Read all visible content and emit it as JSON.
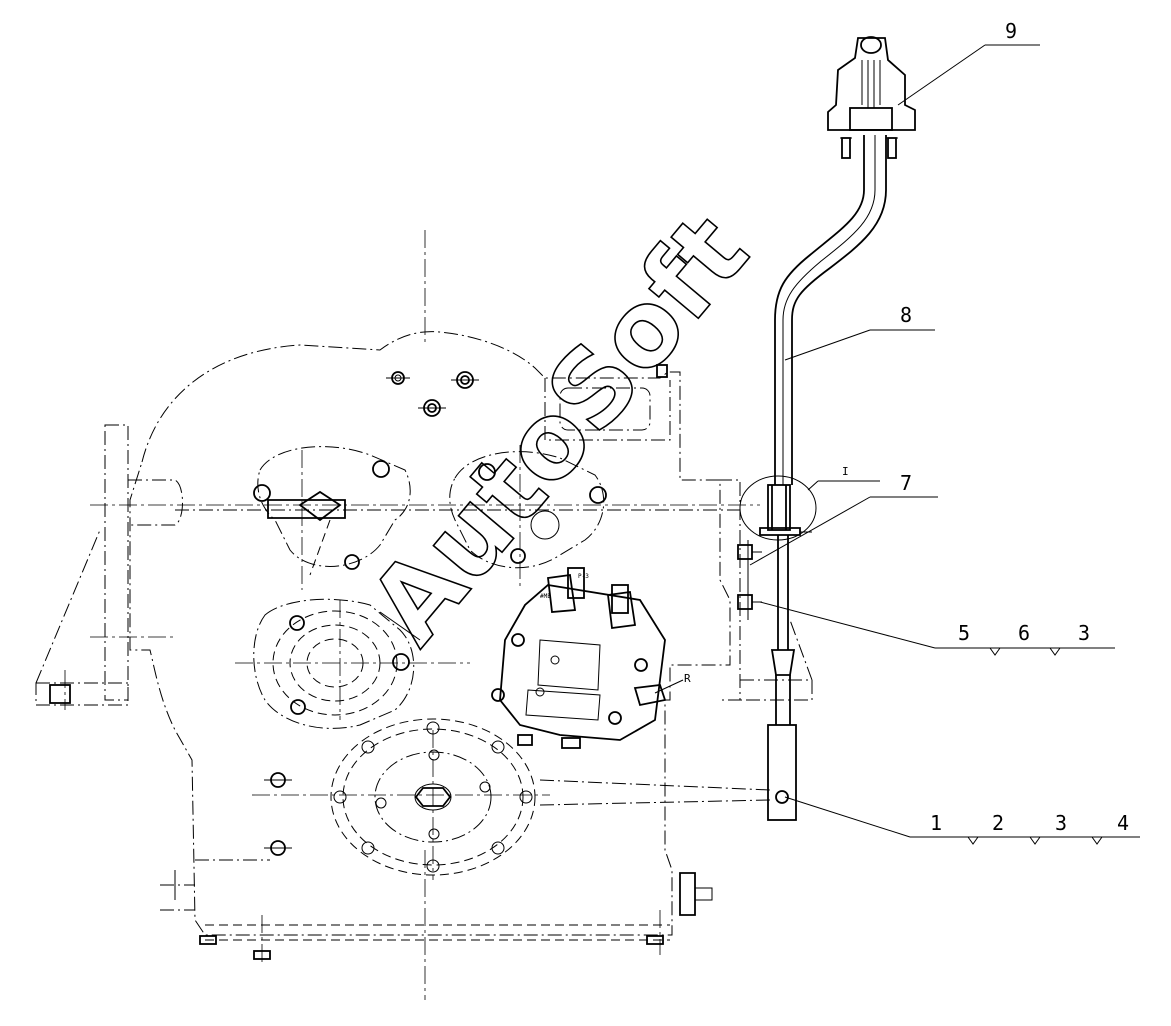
{
  "callouts": {
    "c1": "1",
    "c2": "2",
    "c3a": "3",
    "c4": "4",
    "c5": "5",
    "c6": "6",
    "c3b": "3",
    "c7": "7",
    "c8": "8",
    "c9": "9",
    "detail": "I",
    "valve_port": "R"
  },
  "valve_marks": {
    "m1": "P-3",
    "m2": "#ME"
  },
  "watermark": "AutoSoft"
}
